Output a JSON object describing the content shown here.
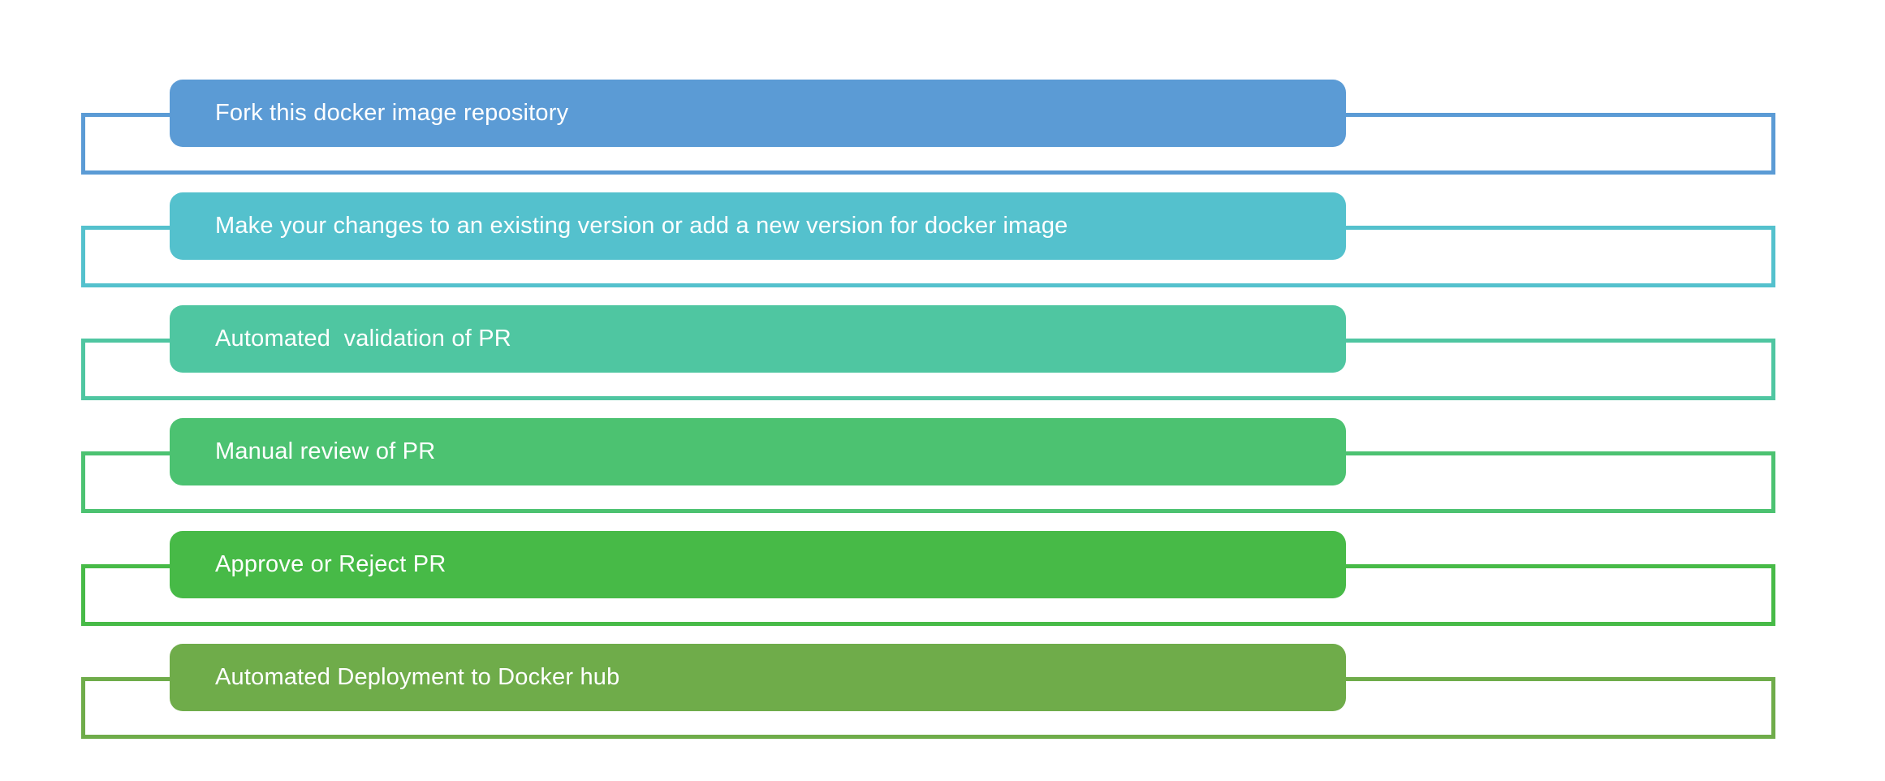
{
  "diagram": {
    "background_color": "#ffffff",
    "text_color": "#ffffff",
    "steps": [
      {
        "label": "Fork this docker image repository",
        "color": "#5b9bd5"
      },
      {
        "label": "Make your changes to an existing version or add a new version for docker image",
        "color": "#54c1cd"
      },
      {
        "label": "Automated  validation of PR",
        "color": "#4fc6a1"
      },
      {
        "label": "Manual review of PR",
        "color": "#4cc271"
      },
      {
        "label": "Approve or Reject PR",
        "color": "#47ba47"
      },
      {
        "label": "Automated Deployment to Docker hub",
        "color": "#6fac4a"
      }
    ]
  }
}
